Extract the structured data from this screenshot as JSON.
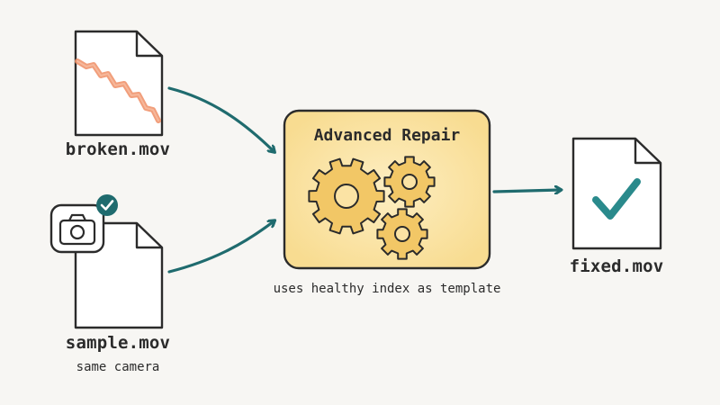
{
  "inputs": {
    "broken_file": {
      "label": "broken.mov",
      "icon": "corrupted-file-icon"
    },
    "sample_file": {
      "label": "sample.mov",
      "sublabel": "same camera",
      "icon": "camera-icon",
      "badge_icon": "check-badge-icon"
    }
  },
  "process": {
    "title": "Advanced Repair",
    "caption": "uses healthy index as template",
    "icon": "gears-icon"
  },
  "output": {
    "fixed_file": {
      "label": "fixed.mov",
      "icon": "checkmark-icon"
    }
  },
  "colors": {
    "arrow": "#1f6b6e",
    "process_fill": "#fbe3a4",
    "process_stroke": "#2b2b2b",
    "gear_fill": "#f2c766",
    "corruption_line": "#f0936d",
    "check": "#2a8a8c",
    "badge": "#1f6b6e"
  }
}
